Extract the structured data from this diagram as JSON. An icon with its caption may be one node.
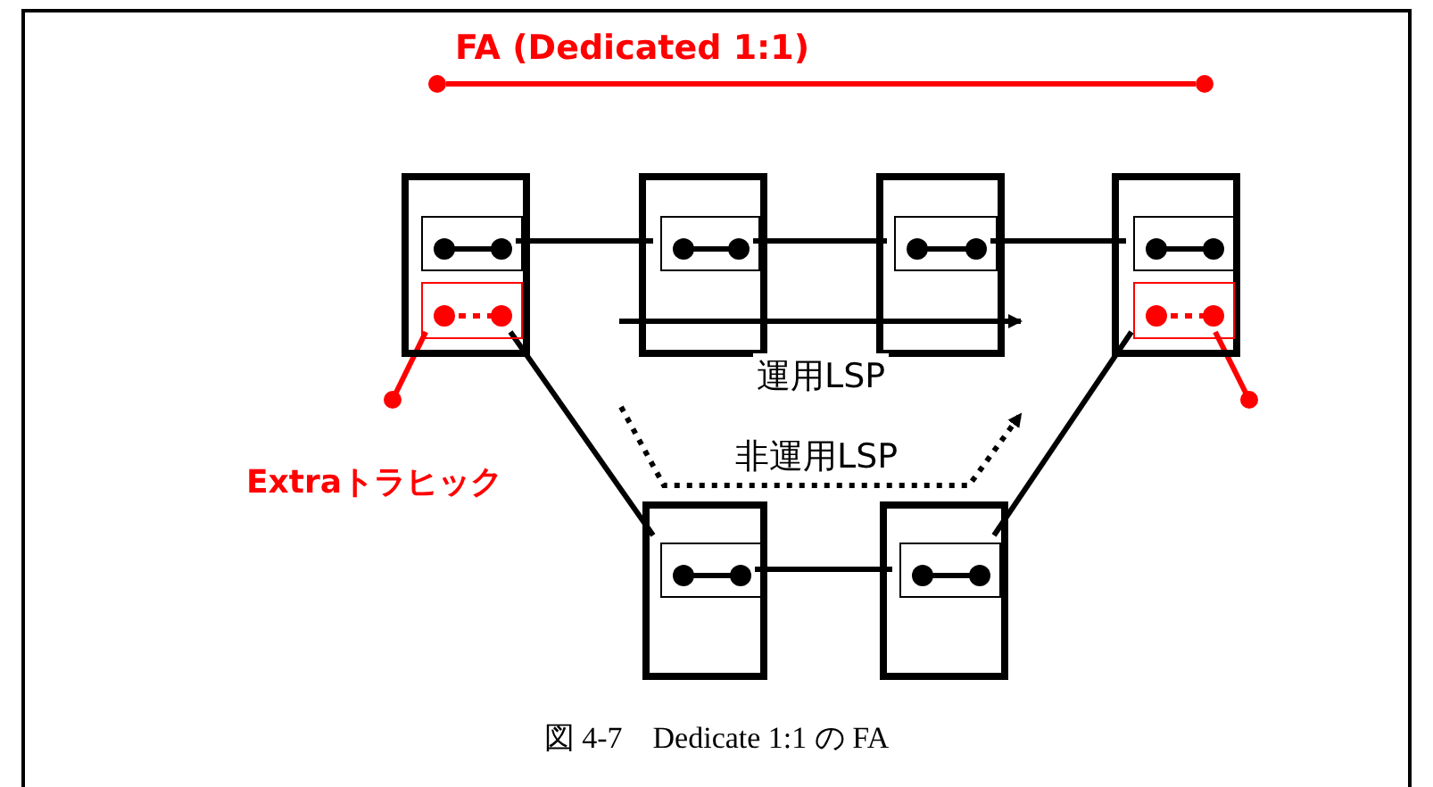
{
  "diagram": {
    "caption": "図 4-7　Dedicate 1:1 の FA",
    "nodes": [
      {
        "text": [],
        "shape": "box"
      },
      {
        "text": [],
        "shape": "box",
        "in": 0
      },
      {
        "text": [],
        "shape": "box",
        "in": 0
      },
      {
        "text": [],
        "shape": "box"
      },
      {
        "text": [],
        "shape": "box",
        "in": 3
      },
      {
        "text": [],
        "shape": "box"
      },
      {
        "text": [],
        "shape": "box",
        "in": 5
      },
      {
        "text": [],
        "shape": "box"
      },
      {
        "text": [],
        "shape": "box",
        "in": 7
      },
      {
        "text": [],
        "shape": "box",
        "in": 7
      },
      {
        "text": [],
        "shape": "box"
      },
      {
        "text": [],
        "shape": "box",
        "in": 10
      },
      {
        "text": [],
        "shape": "box"
      },
      {
        "text": [],
        "shape": "box",
        "in": 12
      },
      {
        "text": [],
        "shape": "circle"
      },
      {
        "text": [],
        "shape": "circle"
      },
      {
        "text": [],
        "shape": "circle"
      },
      {
        "text": [],
        "shape": "circle"
      }
    ],
    "edges": [
      {
        "from": 16,
        "to": 17,
        "arrow": "none",
        "label": "FA (Dedicated 1:1)",
        "color": "#ff0000"
      },
      {
        "from": 1,
        "to": 4,
        "arrow": "none"
      },
      {
        "from": 4,
        "to": 6,
        "arrow": "none"
      },
      {
        "from": 6,
        "to": 8,
        "arrow": "none"
      },
      {
        "from": 2,
        "to": 11,
        "arrow": "none"
      },
      {
        "from": 11,
        "to": 13,
        "arrow": "none"
      },
      {
        "from": 13,
        "to": 9,
        "arrow": "none"
      },
      {
        "from": 14,
        "to": 2,
        "arrow": "none",
        "color": "#ff0000"
      },
      {
        "from": 9,
        "to": 15,
        "arrow": "none",
        "color": "#ff0000"
      }
    ],
    "labels": [
      "運用LSP",
      "非運用LSP",
      "Extraトラヒック"
    ]
  }
}
